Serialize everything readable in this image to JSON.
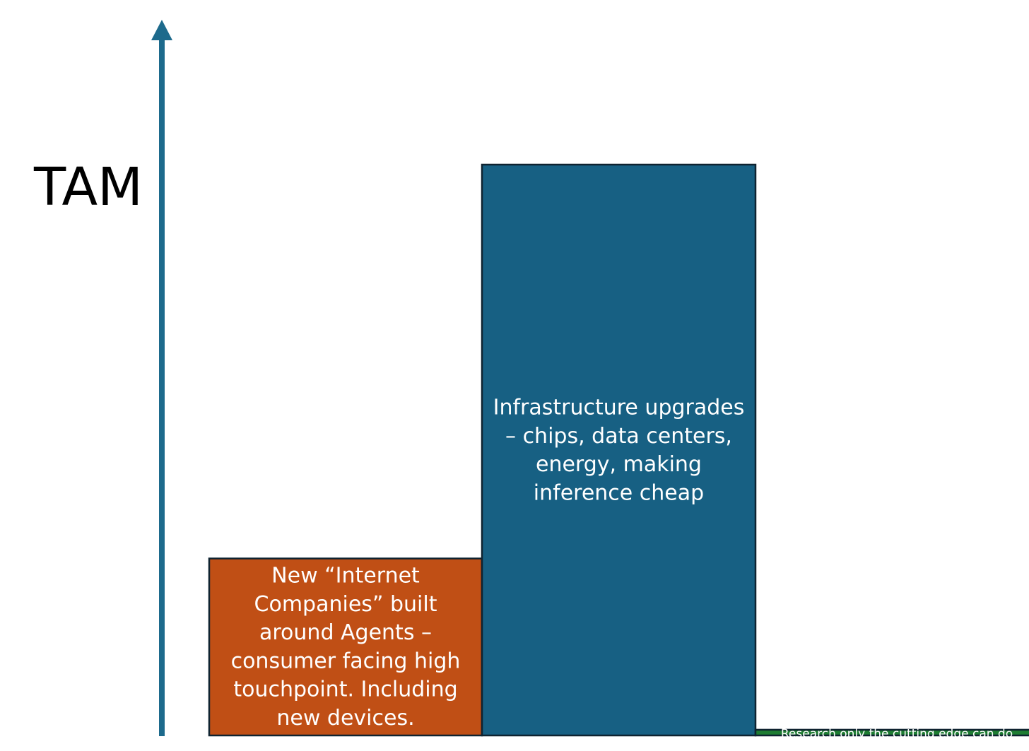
{
  "chart_data": {
    "type": "bar",
    "title": "",
    "ylabel": "TAM",
    "xlabel": "",
    "grid": false,
    "legend": "none",
    "categories": [
      "New “Internet Companies” built around Agents – consumer facing high touchpoint. Including new devices.",
      "Infrastructure upgrades – chips, data centers, energy, making inference cheap",
      "Research only the cutting edge can do"
    ],
    "values": [
      31,
      100,
      1
    ],
    "ylim": [
      0,
      100
    ],
    "bars": [
      {
        "label_lines": [
          "New “Internet",
          "Companies” built",
          "around Agents –",
          "consumer facing high",
          "touchpoint. Including",
          "new devices."
        ],
        "value": 31,
        "color": "#c04f15"
      },
      {
        "label_lines": [
          "Infrastructure upgrades",
          "– chips, data centers,",
          "energy, making",
          "inference cheap"
        ],
        "value": 100,
        "color": "#176083"
      },
      {
        "label_lines": [
          "Research only the cutting edge can do"
        ],
        "value": 1,
        "color": "#1e7d32"
      }
    ],
    "axis_color": "#1d6a8c"
  }
}
